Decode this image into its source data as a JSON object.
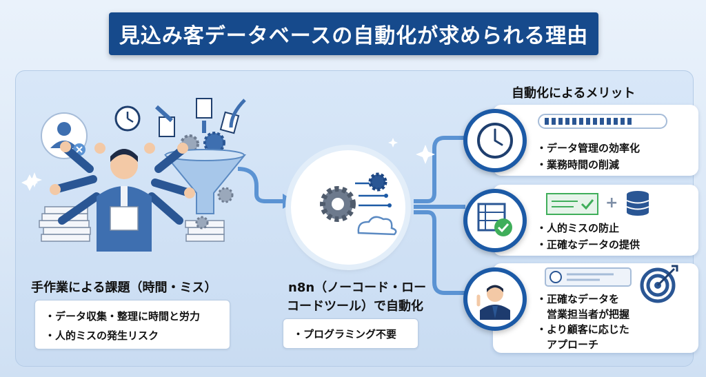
{
  "title": "見込み客データベースの自動化が求められる理由",
  "left": {
    "heading": "手作業による課題（時間・ミス）",
    "bullets": [
      "・データ収集・整理に時間と労力",
      "・人的ミスの発生リスク"
    ]
  },
  "center": {
    "heading_line1": "n8n（ノーコード・ロー",
    "heading_line2": "コードツール）で自動化",
    "bullet": "・プログラミング不要"
  },
  "right": {
    "heading": "自動化によるメリット",
    "card1": {
      "lines": [
        "・データ管理の効率化",
        "・業務時間の削減"
      ]
    },
    "card2": {
      "lines": [
        "・人的ミスの防止",
        "・正確なデータの提供"
      ],
      "plus": "+"
    },
    "card3": {
      "lines": [
        "・正確なデータを",
        "営業担当者が把握",
        "・より顧客に応じた",
        "アプローチ"
      ]
    }
  },
  "colors": {
    "navy": "#164a8c",
    "blue": "#1c5aa6",
    "light_blue": "#5b93d3",
    "green": "#3fae5a"
  }
}
